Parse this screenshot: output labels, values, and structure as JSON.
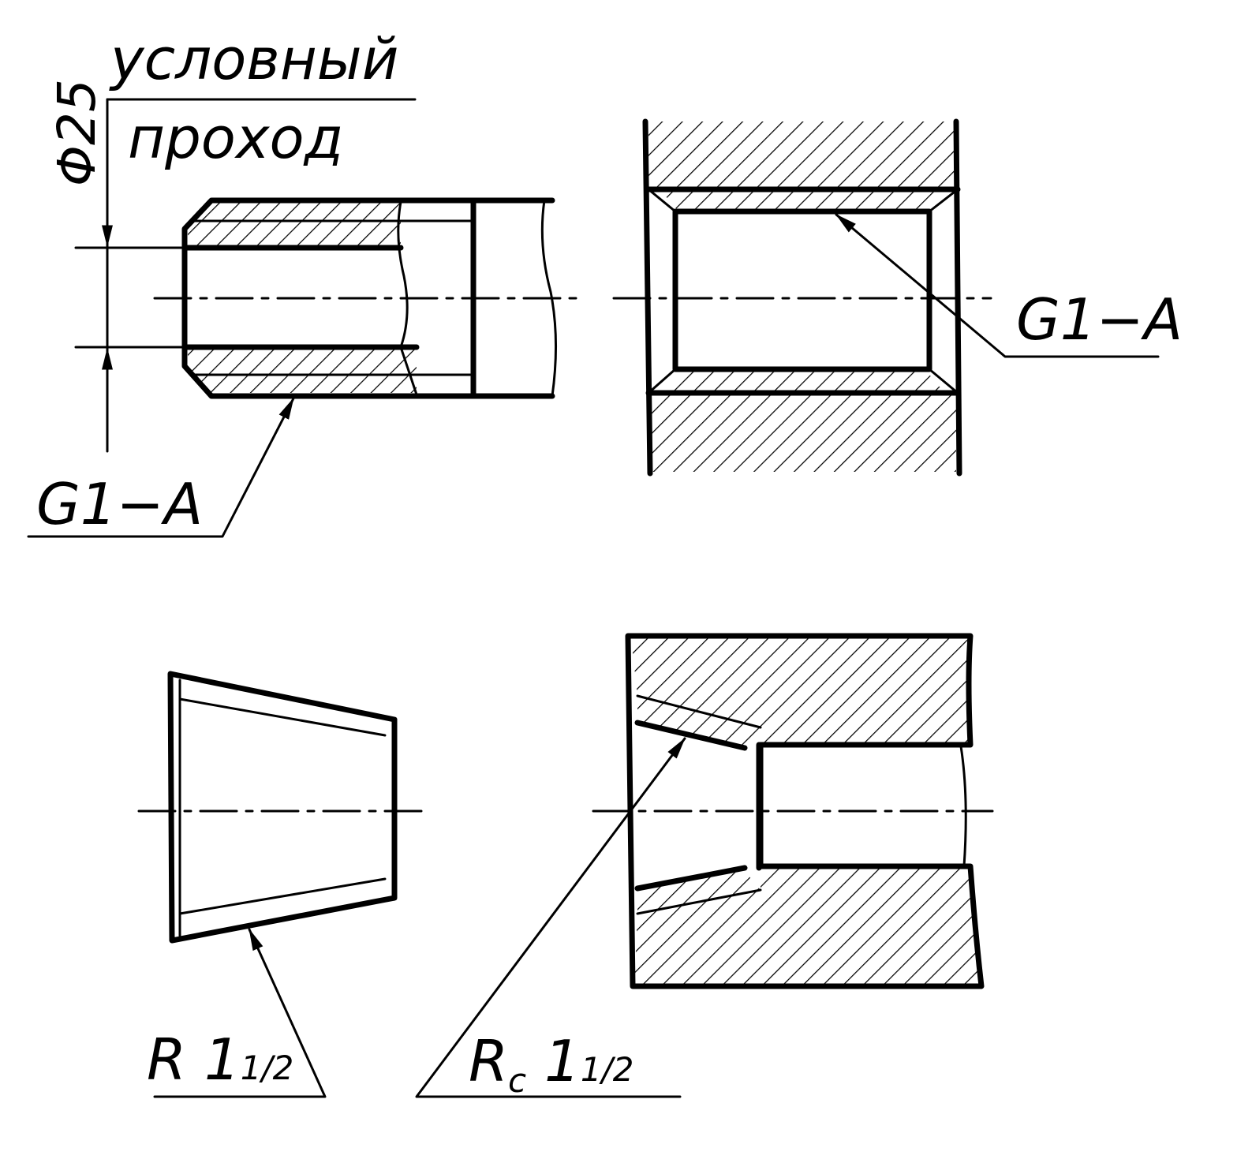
{
  "labels": {
    "nominal_line1": "условный",
    "nominal_line2": "проход",
    "diameter": "Φ25",
    "g_external": "G1−A",
    "g_internal": "G1−A",
    "r_external_main": "R 1",
    "r_external_frac": "1/2",
    "rc_internal_main": "R",
    "rc_internal_sub": "c",
    "rc_internal_num": " 1",
    "rc_internal_frac": "1/2"
  },
  "colors": {
    "ink": "#000000",
    "paper": "#ffffff"
  }
}
